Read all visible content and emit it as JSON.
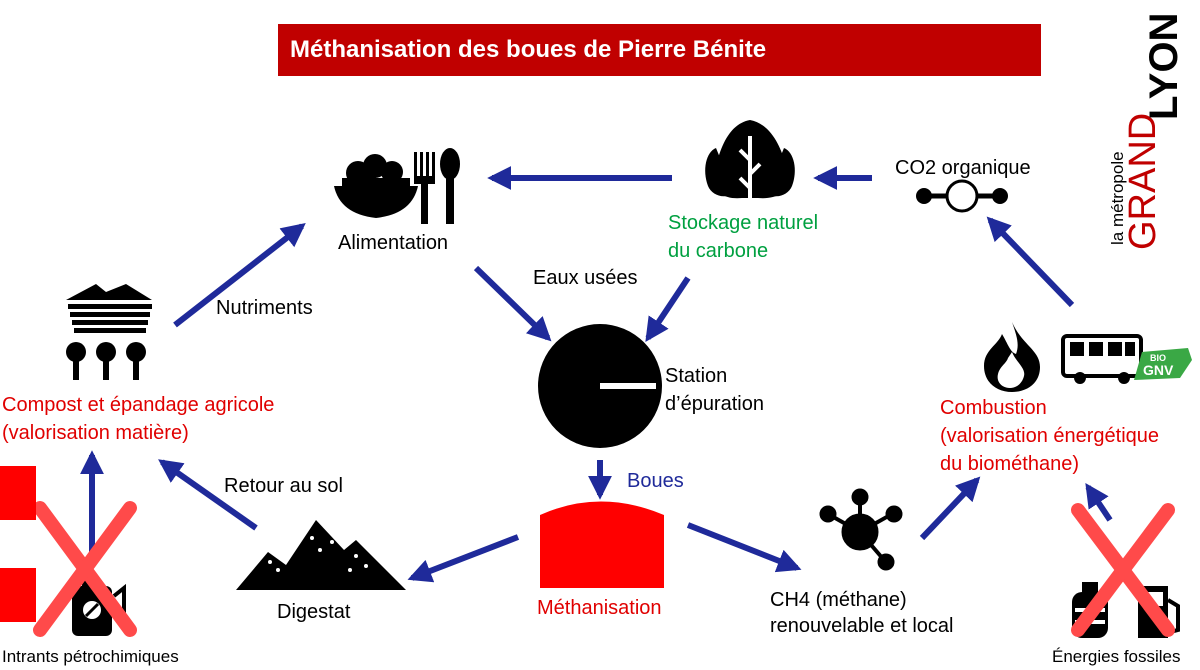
{
  "title": "Méthanisation des boues de Pierre Bénite",
  "logo": {
    "small": "la métropole",
    "grand": "GRAND",
    "lyon": "LYON"
  },
  "labels": {
    "alimentation": "Alimentation",
    "stockage_l1": "Stockage naturel",
    "stockage_l2": "du carbone",
    "co2": "CO2 organique",
    "nutriments": "Nutriments",
    "eaux_usees": "Eaux usées",
    "station_l1": "Station",
    "station_l2": "d’épuration",
    "compost_l1": "Compost et épandage agricole",
    "compost_l2": "(valorisation matière)",
    "boues": "Boues",
    "retour_sol": "Retour au sol",
    "combustion_l1": "Combustion",
    "combustion_l2": "(valorisation énergétique",
    "combustion_l3": "du biométhane)",
    "digestat": "Digestat",
    "methanisation": "Méthanisation",
    "ch4_l1": "CH4 (méthane)",
    "ch4_l2": "renouvelable et local",
    "intrants": "Intrants pétrochimiques",
    "energies": "Énergies fossiles",
    "gnv_badge_top": "BIO",
    "gnv_badge": "GNV"
  },
  "colors": {
    "title_bg": "#c00000",
    "arrow": "#1f2a9a",
    "red_text": "#e00000",
    "green_text": "#00a040",
    "cross": "#ff4a4a"
  }
}
